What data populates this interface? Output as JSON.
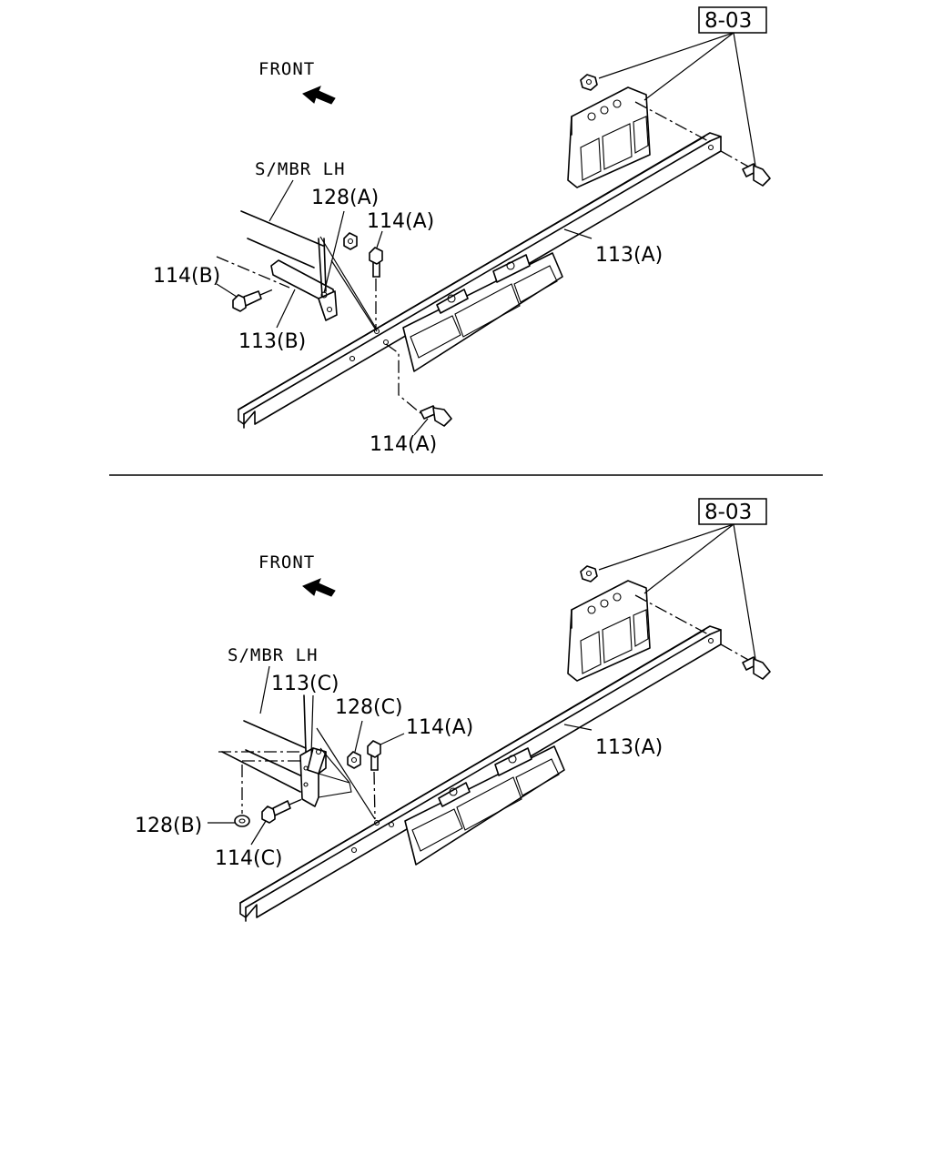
{
  "top": {
    "front_label": "FRONT",
    "member_label": "S/MBR LH",
    "ref_box": "8-03",
    "labels": {
      "nut_128a": "128(A)",
      "bolt_114a_upper": "114(A)",
      "bolt_114b": "114(B)",
      "bracket_113b": "113(B)",
      "rail_113a": "113(A)",
      "bolt_114a_lower": "114(A)"
    }
  },
  "bottom": {
    "front_label": "FRONT",
    "member_label": "S/MBR LH",
    "ref_box": "8-03",
    "labels": {
      "bracket_113c": "113(C)",
      "nut_128c": "128(C)",
      "bolt_114a": "114(A)",
      "rail_113a": "113(A)",
      "nut_128b": "128(B)",
      "bolt_114c": "114(C)"
    }
  }
}
